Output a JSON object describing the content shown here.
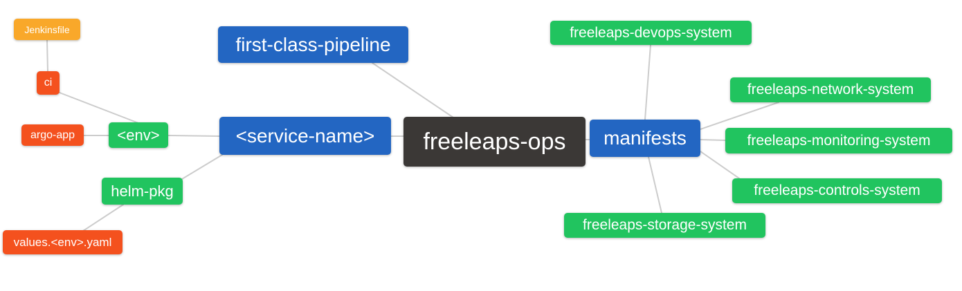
{
  "diagram": {
    "type": "mindmap",
    "root": "freeleaps-ops"
  },
  "colors": {
    "blue": "#2366c2",
    "green": "#21c45f",
    "dark": "#3b3836",
    "orange": "#f9a82a",
    "red": "#f4511e",
    "edge": "#cccccc",
    "text": "#ffffff",
    "bg": "#ffffff"
  },
  "nodes": {
    "jenkinsfile": {
      "label": "Jenkinsfile",
      "color": "orange"
    },
    "ci": {
      "label": "ci",
      "color": "red"
    },
    "argo_app": {
      "label": "argo-app",
      "color": "red"
    },
    "env": {
      "label": "<env>",
      "color": "green"
    },
    "helm_pkg": {
      "label": "helm-pkg",
      "color": "green"
    },
    "values_env_yaml": {
      "label": "values.<env>.yaml",
      "color": "red"
    },
    "first_class_pipeline": {
      "label": "first-class-pipeline",
      "color": "blue"
    },
    "service_name": {
      "label": "<service-name>",
      "color": "blue"
    },
    "freeleaps_ops": {
      "label": "freeleaps-ops",
      "color": "dark"
    },
    "manifests": {
      "label": "manifests",
      "color": "blue"
    },
    "devops_system": {
      "label": "freeleaps-devops-system",
      "color": "green"
    },
    "network_system": {
      "label": "freeleaps-network-system",
      "color": "green"
    },
    "monitoring_system": {
      "label": "freeleaps-monitoring-system",
      "color": "green"
    },
    "controls_system": {
      "label": "freeleaps-controls-system",
      "color": "green"
    },
    "storage_system": {
      "label": "freeleaps-storage-system",
      "color": "green"
    }
  },
  "edges": [
    [
      "jenkinsfile",
      "ci"
    ],
    [
      "ci",
      "env"
    ],
    [
      "argo_app",
      "env"
    ],
    [
      "env",
      "service_name"
    ],
    [
      "service_name",
      "helm_pkg"
    ],
    [
      "helm_pkg",
      "values_env_yaml"
    ],
    [
      "first_class_pipeline",
      "freeleaps_ops"
    ],
    [
      "service_name",
      "freeleaps_ops"
    ],
    [
      "freeleaps_ops",
      "manifests"
    ],
    [
      "devops_system",
      "manifests"
    ],
    [
      "manifests",
      "network_system"
    ],
    [
      "manifests",
      "monitoring_system"
    ],
    [
      "manifests",
      "controls_system"
    ],
    [
      "manifests",
      "storage_system"
    ]
  ]
}
